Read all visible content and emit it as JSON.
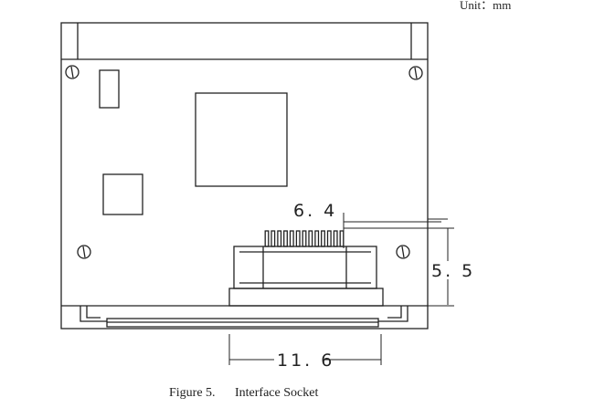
{
  "unit_label": "Unit：mm",
  "dimensions": {
    "pin_pitch": "6. 4",
    "height": "5. 5",
    "socket_width": "11. 6"
  },
  "caption": {
    "number": "Figure 5.",
    "title": "Interface Socket"
  },
  "colors": {
    "line": "#222222",
    "background": "#ffffff"
  }
}
